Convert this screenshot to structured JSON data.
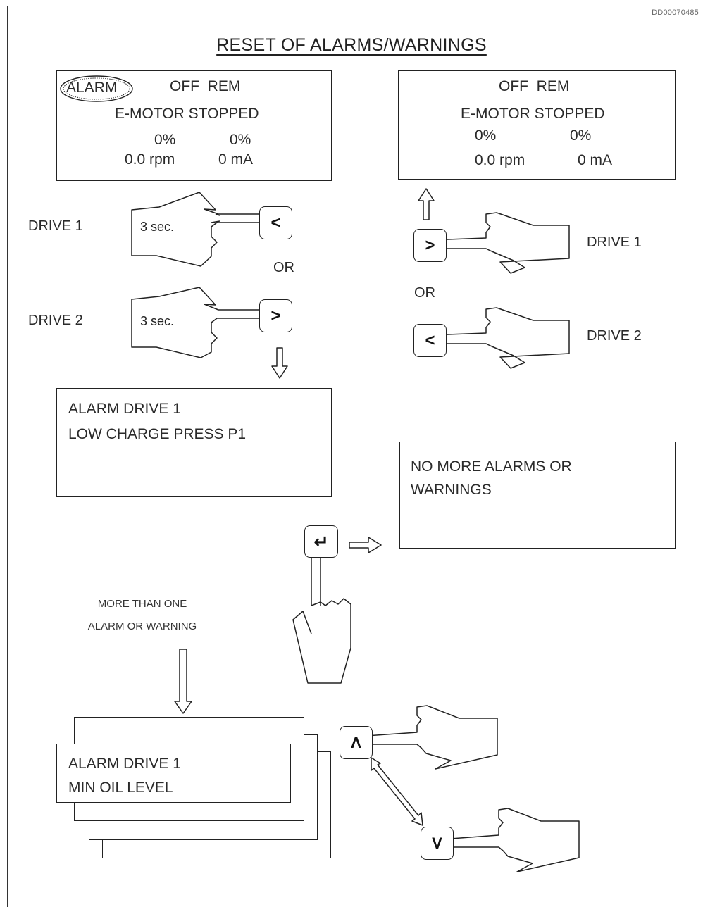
{
  "doc_id": "DD00070485",
  "title": "RESET OF ALARMS/WARNINGS",
  "screen_alarm": {
    "badge": "ALARM",
    "status": "OFF  REM",
    "line2": "E-MOTOR STOPPED",
    "val1": "0%",
    "val2": "0%",
    "rpm": "0.0 rpm",
    "ma": "0 mA"
  },
  "screen_reset": {
    "status": "OFF  REM",
    "line2": "E-MOTOR STOPPED",
    "val1": "0%",
    "val2": "0%",
    "rpm": "0.0 rpm",
    "ma": "0 mA"
  },
  "left_drives": {
    "drive1": "DRIVE 1",
    "drive2": "DRIVE 2",
    "hold1": "3 sec.",
    "hold2": "3 sec.",
    "key1": "<",
    "key2": ">",
    "or": "OR"
  },
  "right_drives": {
    "drive1": "DRIVE 1",
    "drive2": "DRIVE 2",
    "key1": ">",
    "key2": "<",
    "or": "OR"
  },
  "alarm_screen": {
    "line1": "ALARM DRIVE 1",
    "line2": "LOW CHARGE PRESS P1"
  },
  "no_more_screen": {
    "line1": "NO MORE ALARMS OR",
    "line2": "WARNINGS"
  },
  "more_than_one": {
    "line1": "MORE THAN ONE",
    "line2": "ALARM OR WARNING"
  },
  "stacked_screen": {
    "line1": "ALARM DRIVE 1",
    "line2": "MIN OIL LEVEL"
  },
  "enter_key": "↵",
  "up_key": "Λ",
  "down_key": "V"
}
